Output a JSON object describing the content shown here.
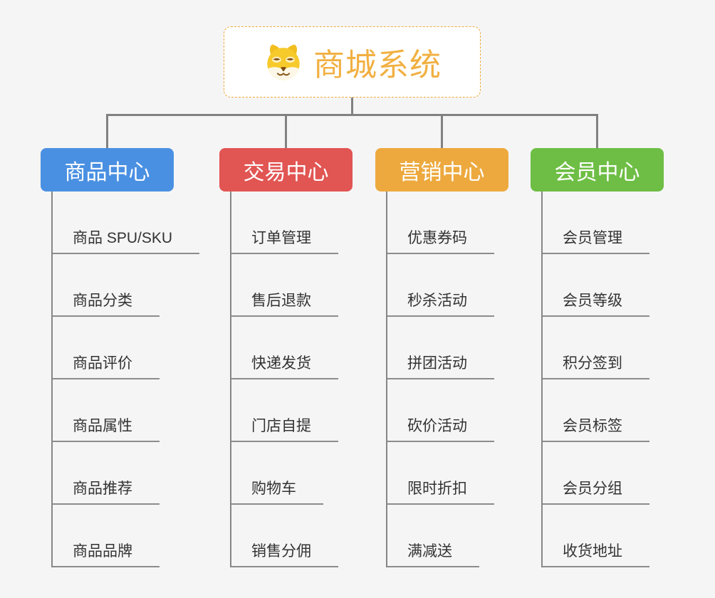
{
  "canvas": {
    "background_color": "#f5f5f5",
    "connector_color": "#818181"
  },
  "root": {
    "title": "商城系统",
    "title_color": "#f1b042",
    "border_color": "#f0a93c",
    "icon": "shiba-dog-icon"
  },
  "branches": [
    {
      "label": "商品中心",
      "color": "#4a90e2",
      "items": [
        "商品 SPU/SKU",
        "商品分类",
        "商品评价",
        "商品属性",
        "商品推荐",
        "商品品牌"
      ]
    },
    {
      "label": "交易中心",
      "color": "#e15553",
      "items": [
        "订单管理",
        "售后退款",
        "快递发货",
        "门店自提",
        "购物车",
        "销售分佣"
      ]
    },
    {
      "label": "营销中心",
      "color": "#eda93e",
      "items": [
        "优惠券码",
        "秒杀活动",
        "拼团活动",
        "砍价活动",
        "限时折扣",
        "满减送"
      ]
    },
    {
      "label": "会员中心",
      "color": "#6ebe45",
      "items": [
        "会员管理",
        "会员等级",
        "积分签到",
        "会员标签",
        "会员分组",
        "收货地址"
      ]
    }
  ]
}
